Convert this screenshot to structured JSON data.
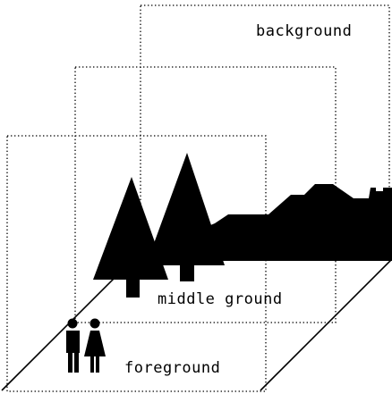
{
  "diagram": {
    "layers": [
      {
        "id": "background",
        "label": "background"
      },
      {
        "id": "middle-ground",
        "label": "middle ground"
      },
      {
        "id": "foreground",
        "label": "foreground"
      }
    ],
    "colors": {
      "ink": "#000000",
      "paper": "#ffffff"
    },
    "icons": [
      "tree-icon",
      "tree-icon",
      "skyline-icon",
      "person-icon",
      "person-icon"
    ]
  }
}
